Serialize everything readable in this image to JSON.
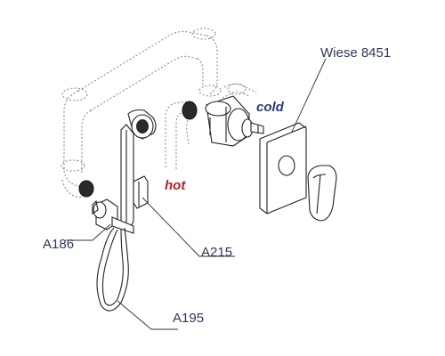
{
  "labels": {
    "wiese": "Wiese 8451",
    "cold": "cold",
    "hot": "hot",
    "a215": "A215",
    "a186": "A186",
    "a195": "A195"
  },
  "colors": {
    "hot": "#b3202a",
    "cold": "#2b3a6e",
    "callout_text": "#2b3a55",
    "line": "#222222",
    "dotted_pipe": "#8a8a8a"
  }
}
